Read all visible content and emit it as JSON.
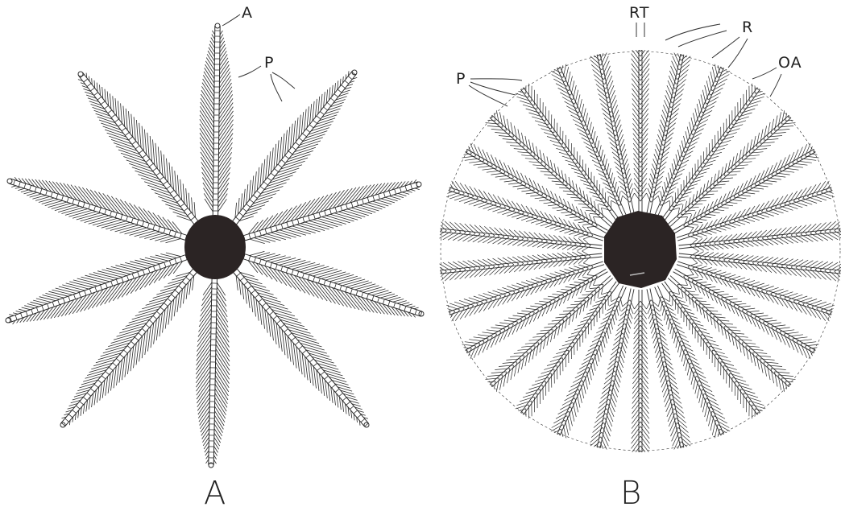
{
  "figure_a": {
    "caption": "A",
    "labels": {
      "arm_tip": "A",
      "pinnule": "P"
    }
  },
  "figure_b": {
    "caption": "B",
    "labels": {
      "pinnule": "P",
      "rt": "RT",
      "r": "R",
      "oa": "OA"
    }
  },
  "colors": {
    "ink": "#2a2a2a",
    "disc": "#2b2424",
    "background": "#ffffff"
  }
}
